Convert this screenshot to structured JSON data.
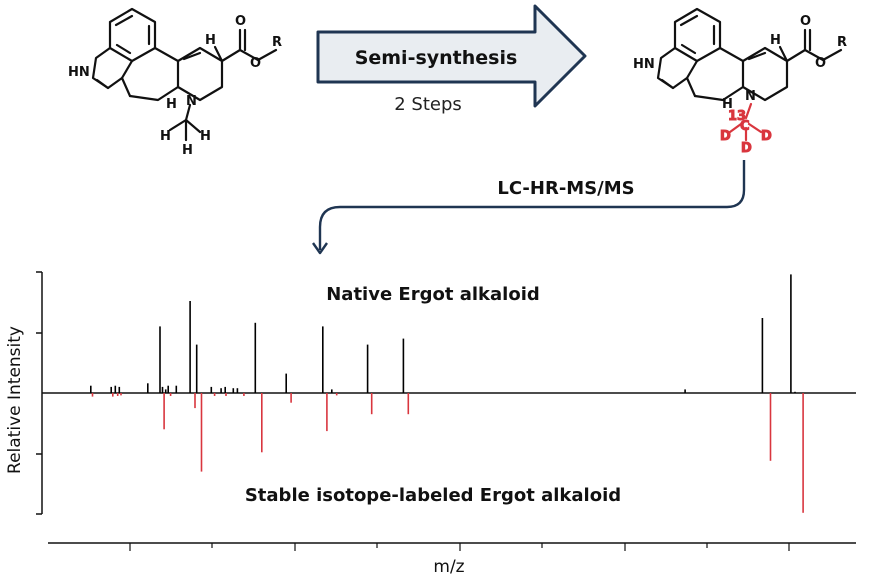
{
  "colors": {
    "arrow_fill": "#e9edf1",
    "arrow_stroke": "#1f3552",
    "native": "#000000",
    "labeled": "#d9363e",
    "curve": "#1f3552"
  },
  "reaction": {
    "step_label": "Semi-synthesis",
    "step_sub": "2 Steps"
  },
  "method": {
    "label": "LC-HR-MS/MS"
  },
  "molecule": {
    "hn": "HN",
    "n": "N",
    "h": "H",
    "o": "O",
    "r": "R",
    "c13_sup": "13",
    "c": "C",
    "d": "D"
  },
  "spectrum": {
    "top_label": "Native Ergot alkaloid",
    "bottom_label": "Stable isotope-labeled Ergot alkaloid",
    "ylabel": "Relative Intensity",
    "xlabel": "m/z"
  },
  "chart_data": {
    "type": "bar",
    "title": "",
    "xlabel": "m/z",
    "ylabel": "Relative Intensity",
    "series": [
      {
        "name": "Native Ergot alkaloid",
        "x": [
          0.06,
          0.085,
          0.09,
          0.095,
          0.13,
          0.145,
          0.148,
          0.152,
          0.155,
          0.165,
          0.182,
          0.19,
          0.208,
          0.22,
          0.225,
          0.235,
          0.24,
          0.262,
          0.3,
          0.345,
          0.356,
          0.4,
          0.444,
          0.79,
          0.885,
          0.92,
          0.925
        ],
        "values": [
          0.06,
          0.05,
          0.06,
          0.05,
          0.08,
          0.55,
          0.05,
          0.03,
          0.06,
          0.06,
          0.76,
          0.4,
          0.05,
          0.04,
          0.05,
          0.04,
          0.04,
          0.58,
          0.16,
          0.55,
          0.03,
          0.4,
          0.45,
          0.03,
          0.62,
          0.98,
          0.01
        ]
      },
      {
        "name": "Stable isotope-labeled Ergot alkaloid",
        "x": [
          0.062,
          0.087,
          0.093,
          0.097,
          0.15,
          0.158,
          0.188,
          0.196,
          0.212,
          0.226,
          0.248,
          0.27,
          0.306,
          0.35,
          0.362,
          0.405,
          0.45,
          0.895,
          0.935
        ],
        "values": [
          0.06,
          0.06,
          0.05,
          0.04,
          0.6,
          0.05,
          0.25,
          1.3,
          0.05,
          0.05,
          0.05,
          0.98,
          0.16,
          0.63,
          0.04,
          0.35,
          0.35,
          1.12,
          1.98
        ]
      }
    ]
  }
}
